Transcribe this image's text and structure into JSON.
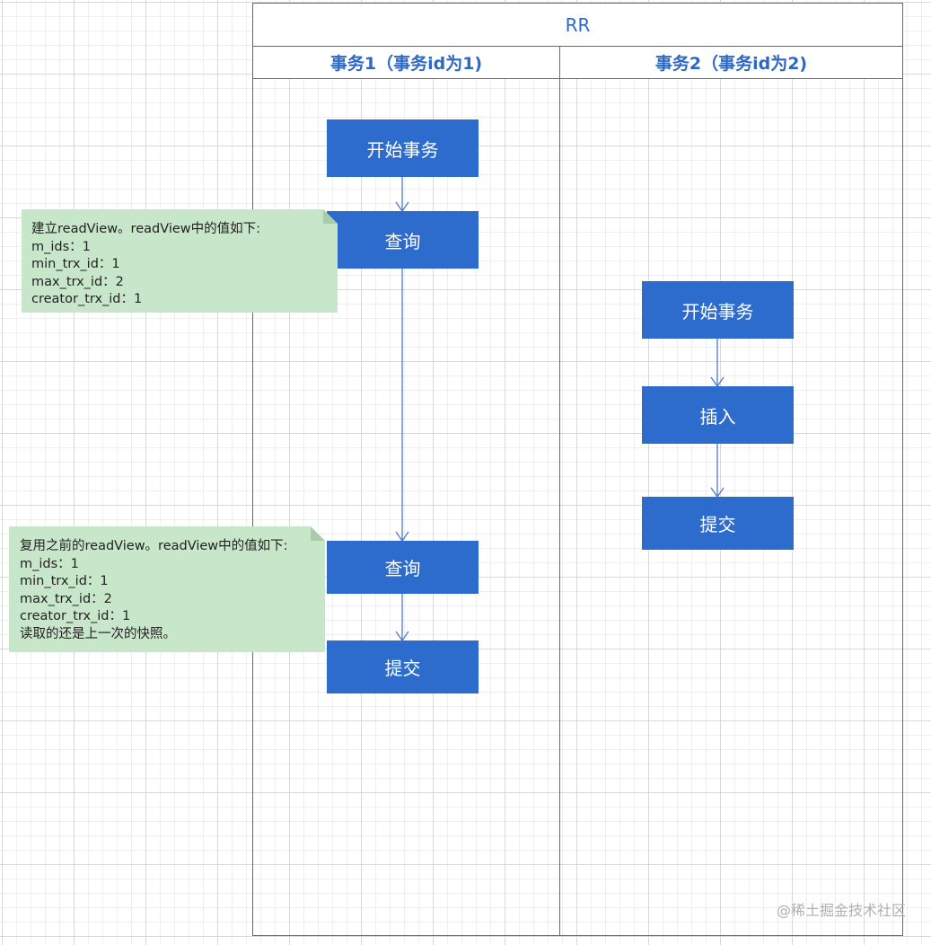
{
  "pool_title": "RR",
  "lanes": [
    {
      "title": "事务1（事务id为1)"
    },
    {
      "title": "事务2（事务id为2)"
    }
  ],
  "tx1": {
    "begin": "开始事务",
    "query1": "查询",
    "query2": "查询",
    "commit": "提交"
  },
  "tx2": {
    "begin": "开始事务",
    "insert": "插入",
    "commit": "提交"
  },
  "note1": {
    "lines": [
      "建立readView。readView中的值如下:",
      "m_ids：1",
      "min_trx_id：1",
      "max_trx_id：2",
      "creator_trx_id：1"
    ]
  },
  "note2": {
    "lines": [
      "复用之前的readView。readView中的值如下:",
      "m_ids：1",
      "min_trx_id：1",
      "max_trx_id：2",
      "creator_trx_id：1",
      "读取的还是上一次的快照。"
    ]
  },
  "watermark": "@稀土掘金技术社区",
  "colors": {
    "lane_border": "#3a6fc4",
    "process_fill": "#2d6bcc",
    "note_fill": "#c8e6c9",
    "header_text": "#2d68c4"
  }
}
